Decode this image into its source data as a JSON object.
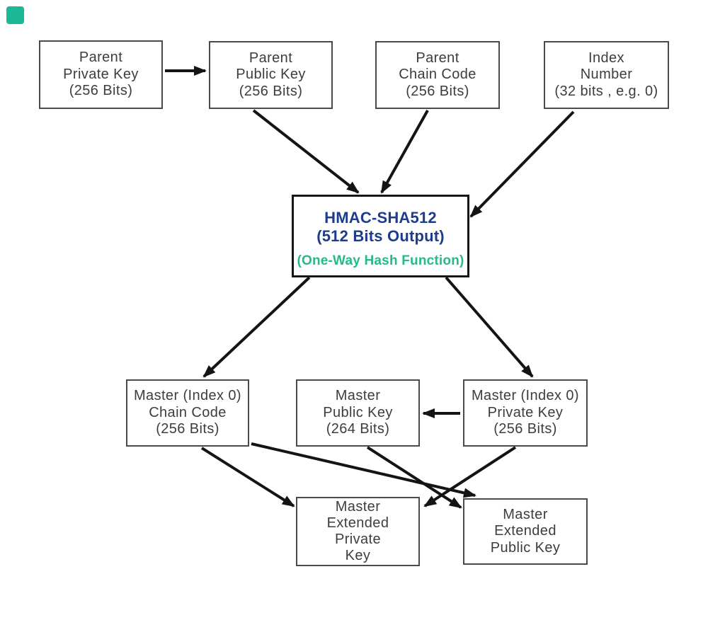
{
  "diagram": {
    "description": "HD wallet master key derivation via HMAC-SHA512",
    "colors": {
      "hmac_title": "#1d3c8a",
      "hmac_note": "#25b98e",
      "brand_square": "#1cb795",
      "box_border": "#4a4a4a",
      "arrow": "#141414",
      "text": "#3d3d3d"
    },
    "nodes": {
      "parent_private_key": {
        "lines": [
          "Parent",
          "Private Key",
          "(256 Bits)"
        ]
      },
      "parent_public_key": {
        "lines": [
          "Parent",
          "Public Key",
          "(256 Bits)"
        ]
      },
      "parent_chain_code": {
        "lines": [
          "Parent",
          "Chain Code",
          "(256 Bits)"
        ]
      },
      "index_number": {
        "lines": [
          "Index",
          "Number",
          "(32 bits , e.g. 0)"
        ]
      },
      "hmac": {
        "title": "HMAC-SHA512",
        "subtitle": "(512 Bits Output)",
        "note": "(One-Way Hash Function)"
      },
      "master_chain_code": {
        "lines": [
          "Master (Index 0)",
          "Chain Code",
          "(256 Bits)"
        ]
      },
      "master_public_key": {
        "lines": [
          "Master",
          "Public Key",
          "(264 Bits)"
        ]
      },
      "master_private_key": {
        "lines": [
          "Master (Index 0)",
          "Private Key",
          "(256 Bits)"
        ]
      },
      "master_extended_private_key": {
        "lines": [
          "Master",
          "Extended",
          "Private",
          "Key"
        ]
      },
      "master_extended_public_key": {
        "lines": [
          "Master",
          "Extended",
          "Public Key"
        ]
      }
    },
    "connections": [
      {
        "from": "parent_private_key",
        "to": "parent_public_key"
      },
      {
        "from": "parent_public_key",
        "to": "hmac"
      },
      {
        "from": "parent_chain_code",
        "to": "hmac"
      },
      {
        "from": "index_number",
        "to": "hmac"
      },
      {
        "from": "hmac",
        "to": "master_chain_code"
      },
      {
        "from": "hmac",
        "to": "master_private_key"
      },
      {
        "from": "master_private_key",
        "to": "master_public_key"
      },
      {
        "from": "master_chain_code",
        "to": "master_extended_private_key"
      },
      {
        "from": "master_chain_code",
        "to": "master_extended_public_key"
      },
      {
        "from": "master_public_key",
        "to": "master_extended_public_key"
      },
      {
        "from": "master_private_key",
        "to": "master_extended_private_key"
      }
    ]
  }
}
